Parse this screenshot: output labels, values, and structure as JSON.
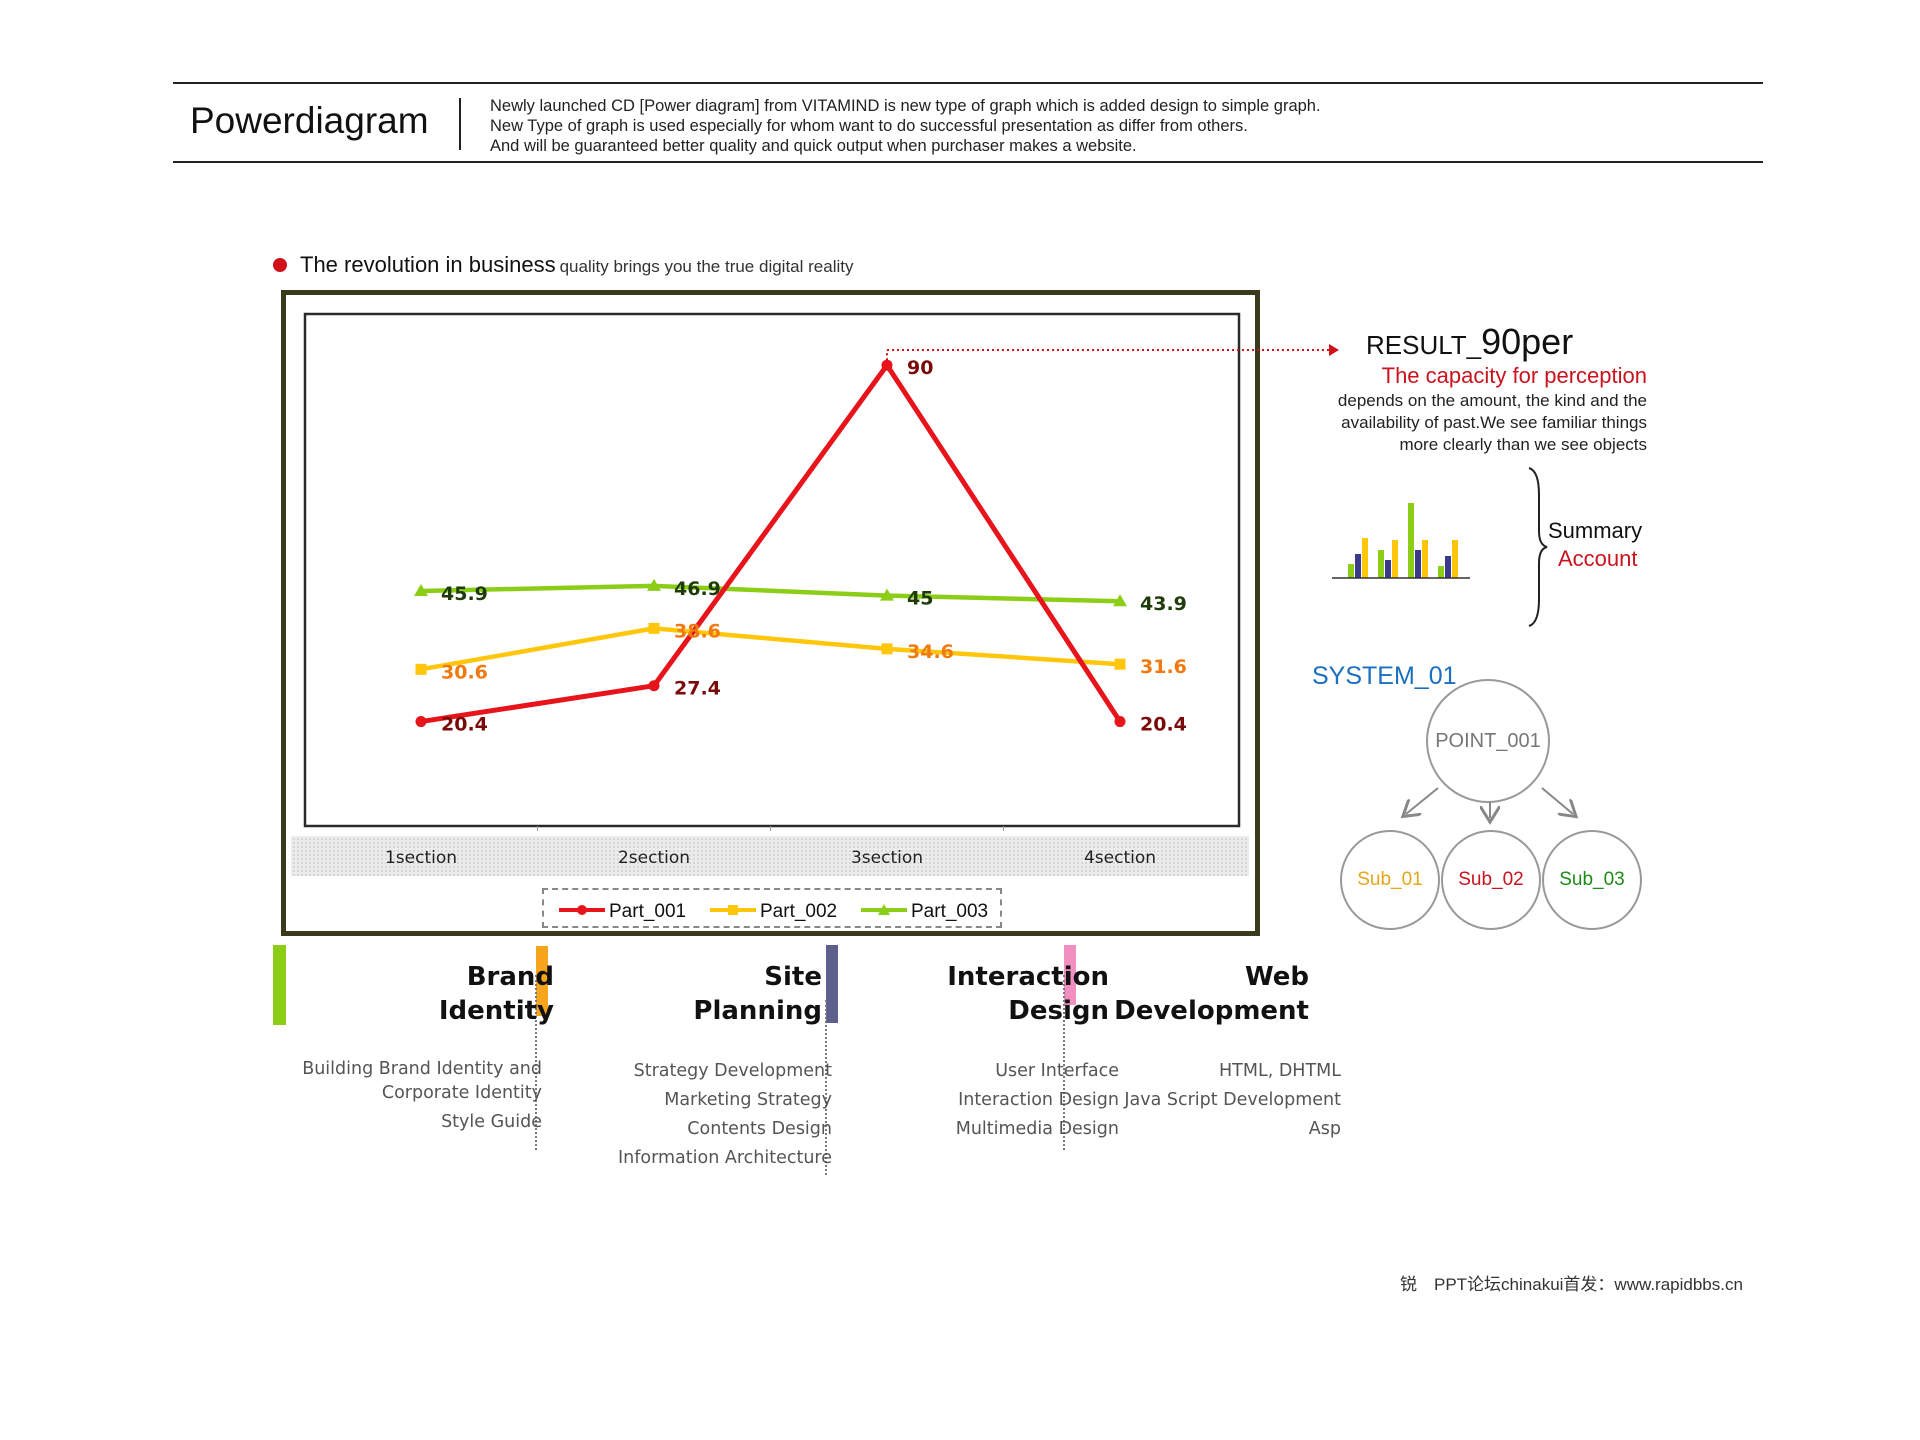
{
  "header": {
    "title": "Powerdiagram",
    "intro_lines": [
      "Newly launched CD [Power diagram] from VITAMIND is new type of graph which is added design to simple graph.",
      "New Type of graph is used especially for whom want to do successful presentation as differ from others.",
      "And will be guaranteed better quality and quick output when purchaser makes a website."
    ]
  },
  "heading": {
    "main": "The revolution in business",
    "sub": "quality brings you the true digital reality"
  },
  "chart_data": {
    "type": "line",
    "categories": [
      "1section",
      "2section",
      "3section",
      "4section"
    ],
    "series": [
      {
        "name": "Part_001",
        "values": [
          20.4,
          27.4,
          90,
          20.4
        ],
        "color": "#e8141b",
        "marker": "circle"
      },
      {
        "name": "Part_002",
        "values": [
          30.6,
          38.6,
          34.6,
          31.6
        ],
        "color": "#ffc60b",
        "marker": "square"
      },
      {
        "name": "Part_003",
        "values": [
          45.9,
          46.9,
          45,
          43.9
        ],
        "color": "#8ccd18",
        "marker": "triangle"
      }
    ],
    "label_colors": [
      "#7a0a0a",
      "#f07a10",
      "#1e3c0a"
    ],
    "ylim": [
      0,
      100
    ],
    "grid": false,
    "legend": "bottom"
  },
  "result": {
    "prefix": "RESULT_",
    "value": "90per",
    "subtitle": "The capacity for perception",
    "body_lines": [
      "depends on the amount, the kind and the",
      "availability of past.We see familiar things",
      "more clearly than we see objects"
    ],
    "summary": "Summary",
    "account": "Account"
  },
  "system": {
    "label": "SYSTEM_01",
    "point": "POINT_001",
    "subs": [
      "Sub_01",
      "Sub_02",
      "Sub_03"
    ]
  },
  "categories": [
    {
      "title": [
        "Brand",
        "Identity"
      ],
      "items": [
        "Building Brand Identity and",
        "Corporate Identity",
        "Style Guide"
      ],
      "accent": "#f7a51c"
    },
    {
      "title": [
        "Site",
        "Planning"
      ],
      "items": [
        "Strategy Development",
        "Marketing Strategy",
        "Contents Design",
        "Information Architecture"
      ],
      "accent": "#5d5f8c"
    },
    {
      "title": [
        "Interaction",
        "Design"
      ],
      "items": [
        "User Interface",
        "Interaction Design",
        "Multimedia Design"
      ],
      "accent": "#f08fc0"
    },
    {
      "title": [
        "Web",
        "Development"
      ],
      "items": [
        "HTML, DHTML",
        "Java Script Development",
        "Asp"
      ],
      "accent": ""
    }
  ],
  "colors": {
    "left_accent": "#8ccd18",
    "frame": "#3a3a1c",
    "arrow": "#d0101b"
  },
  "footer": "锐　PPT论坛chinakui首发：www.rapidbbs.cn"
}
